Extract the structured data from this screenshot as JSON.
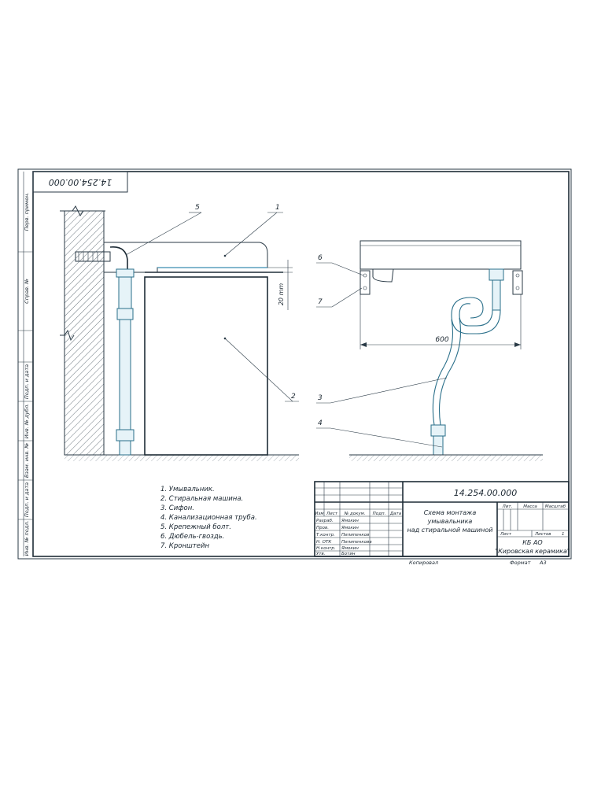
{
  "drawing": {
    "designation": "14.254.00.000",
    "designation_rotated": "14.254.00.000",
    "title_lines": [
      "Схема монтажа",
      "умывальника",
      "над стиральной машиной"
    ],
    "organization_lines": [
      "КБ АО",
      "\"Кировская керамика\""
    ],
    "copied_label": "Копировал",
    "format_label": "Формат",
    "format_value": "A3",
    "sheet_label": "Лист",
    "sheets_label": "Листов",
    "sheets_value": "1"
  },
  "side_strip": [
    "Перв. примен.",
    "Справ. №",
    "Подп. и дата",
    "Инв. № дубл.",
    "Взам. инв. №",
    "Подп. и дата",
    "Инв. № подл."
  ],
  "title_block": {
    "col_headers": [
      "Изм",
      "Лист",
      "№ докум.",
      "Подп.",
      "Дата"
    ],
    "roles": [
      {
        "role": "Разраб.",
        "name": "Ямокин"
      },
      {
        "role": "Пров.",
        "name": "Ямокин"
      },
      {
        "role": "Т.контр.",
        "name": "Пилипенков"
      },
      {
        "role": "Н. ОТК",
        "name": "Пилипенкова"
      },
      {
        "role": "Н.контр.",
        "name": "Ямокин"
      },
      {
        "role": "Утв.",
        "name": "Ботин"
      }
    ],
    "lit_headers": [
      "Лит.",
      "Масса",
      "Масштаб"
    ]
  },
  "legend": [
    "1. Умывальник.",
    "2. Стиральная машина.",
    "3. Сифон.",
    "4. Канализационная труба.",
    "5. Крепежный болт.",
    "6. Дюбель-гвоздь.",
    "7. Кронштейн"
  ],
  "callouts": {
    "left": [
      "1",
      "2",
      "5"
    ],
    "right": [
      "3",
      "4",
      "6",
      "7"
    ]
  },
  "dimensions": {
    "gap": "20 mm",
    "width": "600"
  }
}
